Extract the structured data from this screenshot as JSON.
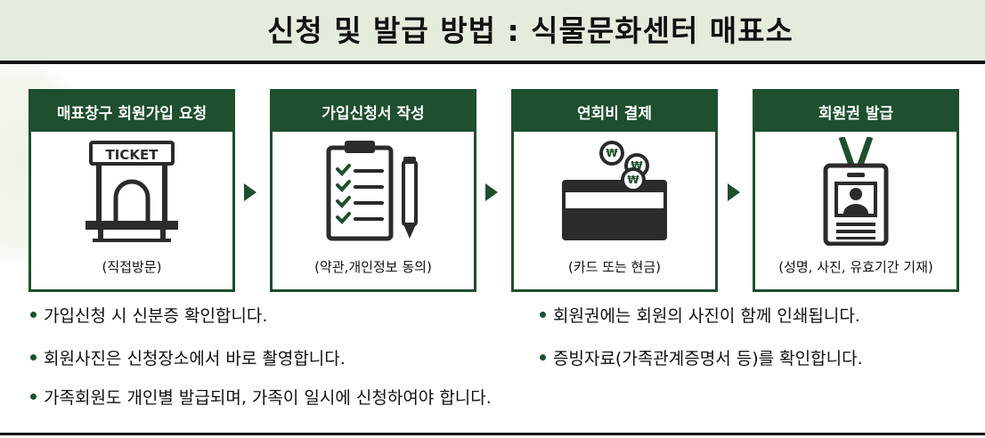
{
  "header": {
    "title": "신청 및 발급 방법 : 식물문화센터 매표소"
  },
  "steps": [
    {
      "title": "매표창구 회원가입 요청",
      "icon": "ticket-booth-icon",
      "booth_sign": "TICKET",
      "note": "(직접방문)"
    },
    {
      "title": "가입신청서 작성",
      "icon": "clipboard-checklist-icon",
      "note": "(약관,개인정보 동의)"
    },
    {
      "title": "연회비 결제",
      "icon": "card-coins-icon",
      "coin_symbol": "₩",
      "note": "(카드 또는 현금)"
    },
    {
      "title": "회원권 발급",
      "icon": "id-badge-icon",
      "note": "(성명, 사진, 유효기간 기재)"
    }
  ],
  "notes": [
    "가입신청 시 신분증 확인합니다.",
    "회원권에는 회원의 사진이 함께 인쇄됩니다.",
    "회원사진은 신청장소에서 바로 촬영합니다.",
    "증빙자료(가족관계증명서 등)를 확인합니다.",
    "가족회원도 개인별 발급되며, 가족이 일시에 신청하여야 합니다."
  ],
  "colors": {
    "accent": "#1e4f2e",
    "title_band": "#e3ecdd"
  }
}
